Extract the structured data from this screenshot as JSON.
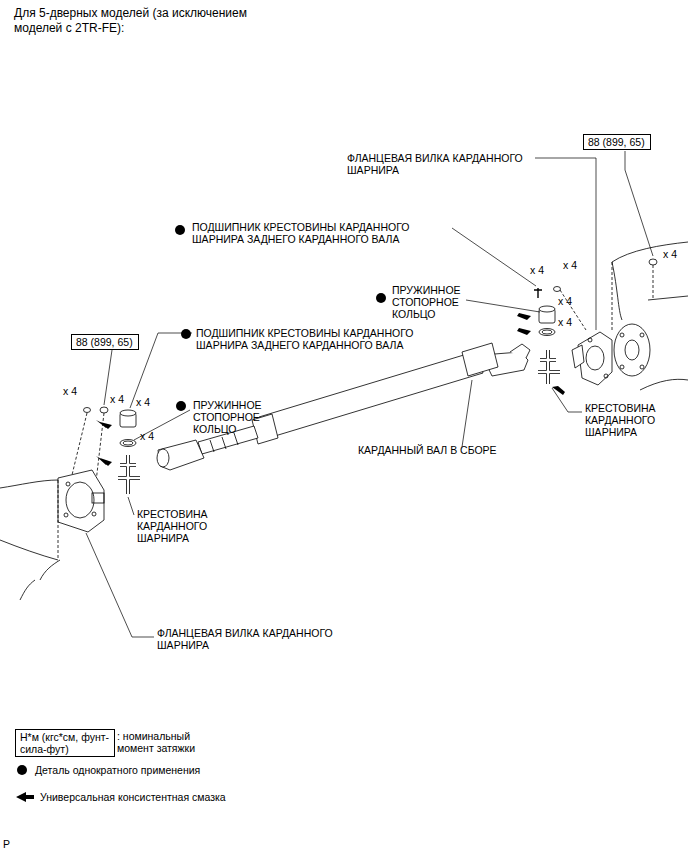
{
  "diagram": {
    "title": "Для 5-дверных моделей (за исключением моделей с 2TR-FE):",
    "nodes": [
      {
        "text": [
          "88 (899, 65)"
        ]
      },
      {
        "text": [
          "88 (899, 65)"
        ]
      },
      {
        "text": [
          "Н*м (кгс*см, фунт-сила-фут)"
        ]
      }
    ],
    "labels": [
      "ФЛАНЦЕВАЯ ВИЛКА КАРДАННОГО ШАРНИРА",
      "ПОДШИПНИК КРЕСТОВИНЫ КАРДАННОГО ШАРНИРА ЗАДНЕГО КАРДАННОГО ВАЛА",
      "x 4",
      "x 4",
      "ПРУЖИННОЕ СТОПОРНОЕ КОЛЬЦО",
      "x 4",
      "x 4",
      "x 4",
      "ПОДШИПНИК КРЕСТОВИНЫ КАРДАННОГО ШАРНИРА ЗАДНЕГО КАРДАННОГО ВАЛА",
      "x 4",
      "x 4",
      "x 4",
      "ПРУЖИННОЕ СТОПОРНОЕ КОЛЬЦО",
      "x 4",
      "КРЕСТОВИНА КАРДАННОГО ШАРНИРА",
      "КАРДАННЫЙ ВАЛ В СБОРЕ",
      "КРЕСТОВИНА КАРДАННОГО ШАРНИРА",
      "ФЛАНЦЕВАЯ ВИЛКА КАРДАННОГО ШАРНИРА",
      ": номинальный момент затяжки",
      "P"
    ],
    "legend": [
      {
        "text": "Деталь однократного применения"
      },
      {
        "text": "Универсальная консистентная смазка"
      }
    ]
  }
}
